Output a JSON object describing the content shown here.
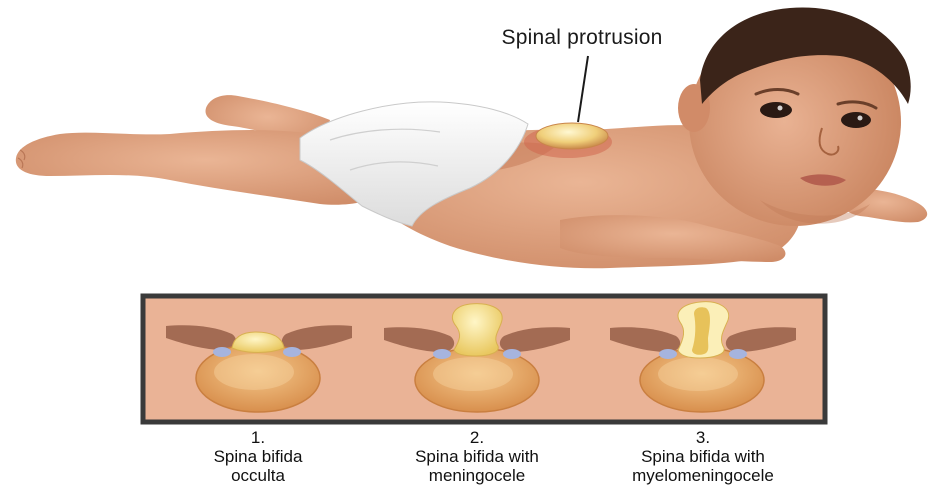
{
  "callout": {
    "label": "Spinal protrusion"
  },
  "panels": [
    {
      "number": "1.",
      "line1": "Spina bifida",
      "line2": "occulta"
    },
    {
      "number": "2.",
      "line1": "Spina bifida with",
      "line2": "meningocele"
    },
    {
      "number": "3.",
      "line1": "Spina bifida with",
      "line2": "myelomeningocele"
    }
  ],
  "colors": {
    "skin": "#e3a883",
    "skin_shadow": "#c98663",
    "diaper": "#f6f6f6",
    "panel_bg": "#eab396",
    "panel_border": "#3a3a3a",
    "bone": "#ab6f55",
    "vertebra": "#e6a866",
    "cord": "#f3dc7c",
    "nerve_blue": "#a6b4de"
  }
}
